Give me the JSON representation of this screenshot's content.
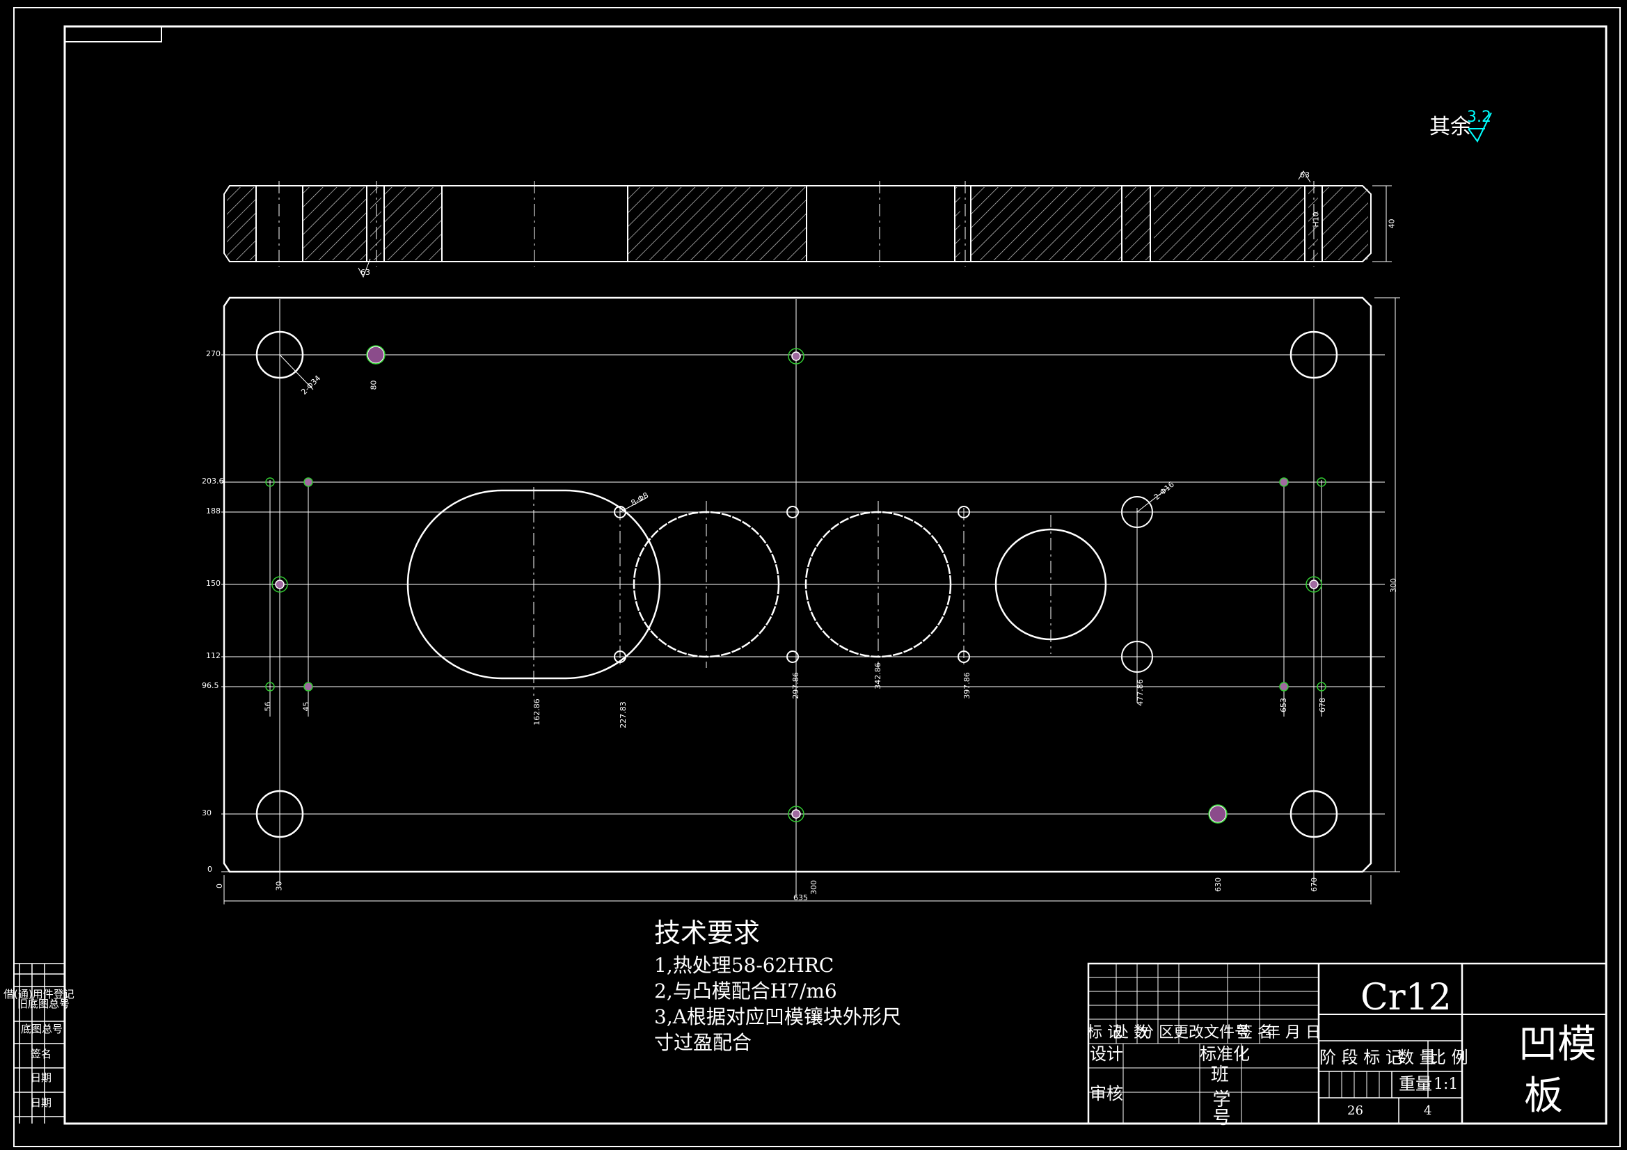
{
  "surface_note": {
    "label": "其余",
    "value": "3.2"
  },
  "section_marks": {
    "left": "63",
    "right": "63",
    "bore_label": "H10",
    "thickness": "40"
  },
  "plate_dims": {
    "y_labels": [
      "270",
      "203.6",
      "188",
      "150",
      "112",
      "96.5",
      "30",
      "0"
    ],
    "x_labels": [
      "56",
      "45",
      "162.86",
      "227.83",
      "297.86",
      "342.86",
      "397.86",
      "477.86",
      "653",
      "678",
      "0",
      "30",
      "635",
      "300",
      "630",
      "670"
    ],
    "height": "300",
    "hole_labels": [
      "2-Φ34",
      "80",
      "8-Φ8",
      "2-Φ16"
    ]
  },
  "tech_req": {
    "title": "技术要求",
    "items": [
      "1,热处理58-62HRC",
      "2,与凸模配合H7/m6",
      "3,A根据对应凹模镶块外形尺",
      "寸过盈配合"
    ]
  },
  "title_block": {
    "material": "Cr12",
    "part_name_1": "凹模",
    "part_name_2": "板",
    "revision_header": [
      "标 记",
      "处 数",
      "分 区",
      "更改文件号",
      "签 名",
      "年 月 日"
    ],
    "design": "设计",
    "standardize": "标准化",
    "audit": "审核",
    "class": "班",
    "number": "学号",
    "stage_header": "阶 段 标 记",
    "weight": "数 量",
    "scale_label": "比 例",
    "weight_short": "重量",
    "scale": "1:1",
    "sheet_total": "26",
    "sheet_no": "4"
  },
  "left_strip": {
    "items": [
      "借(通)用件登记",
      "旧底图总号",
      "底图总号",
      "签名",
      "日期",
      "日期"
    ]
  }
}
